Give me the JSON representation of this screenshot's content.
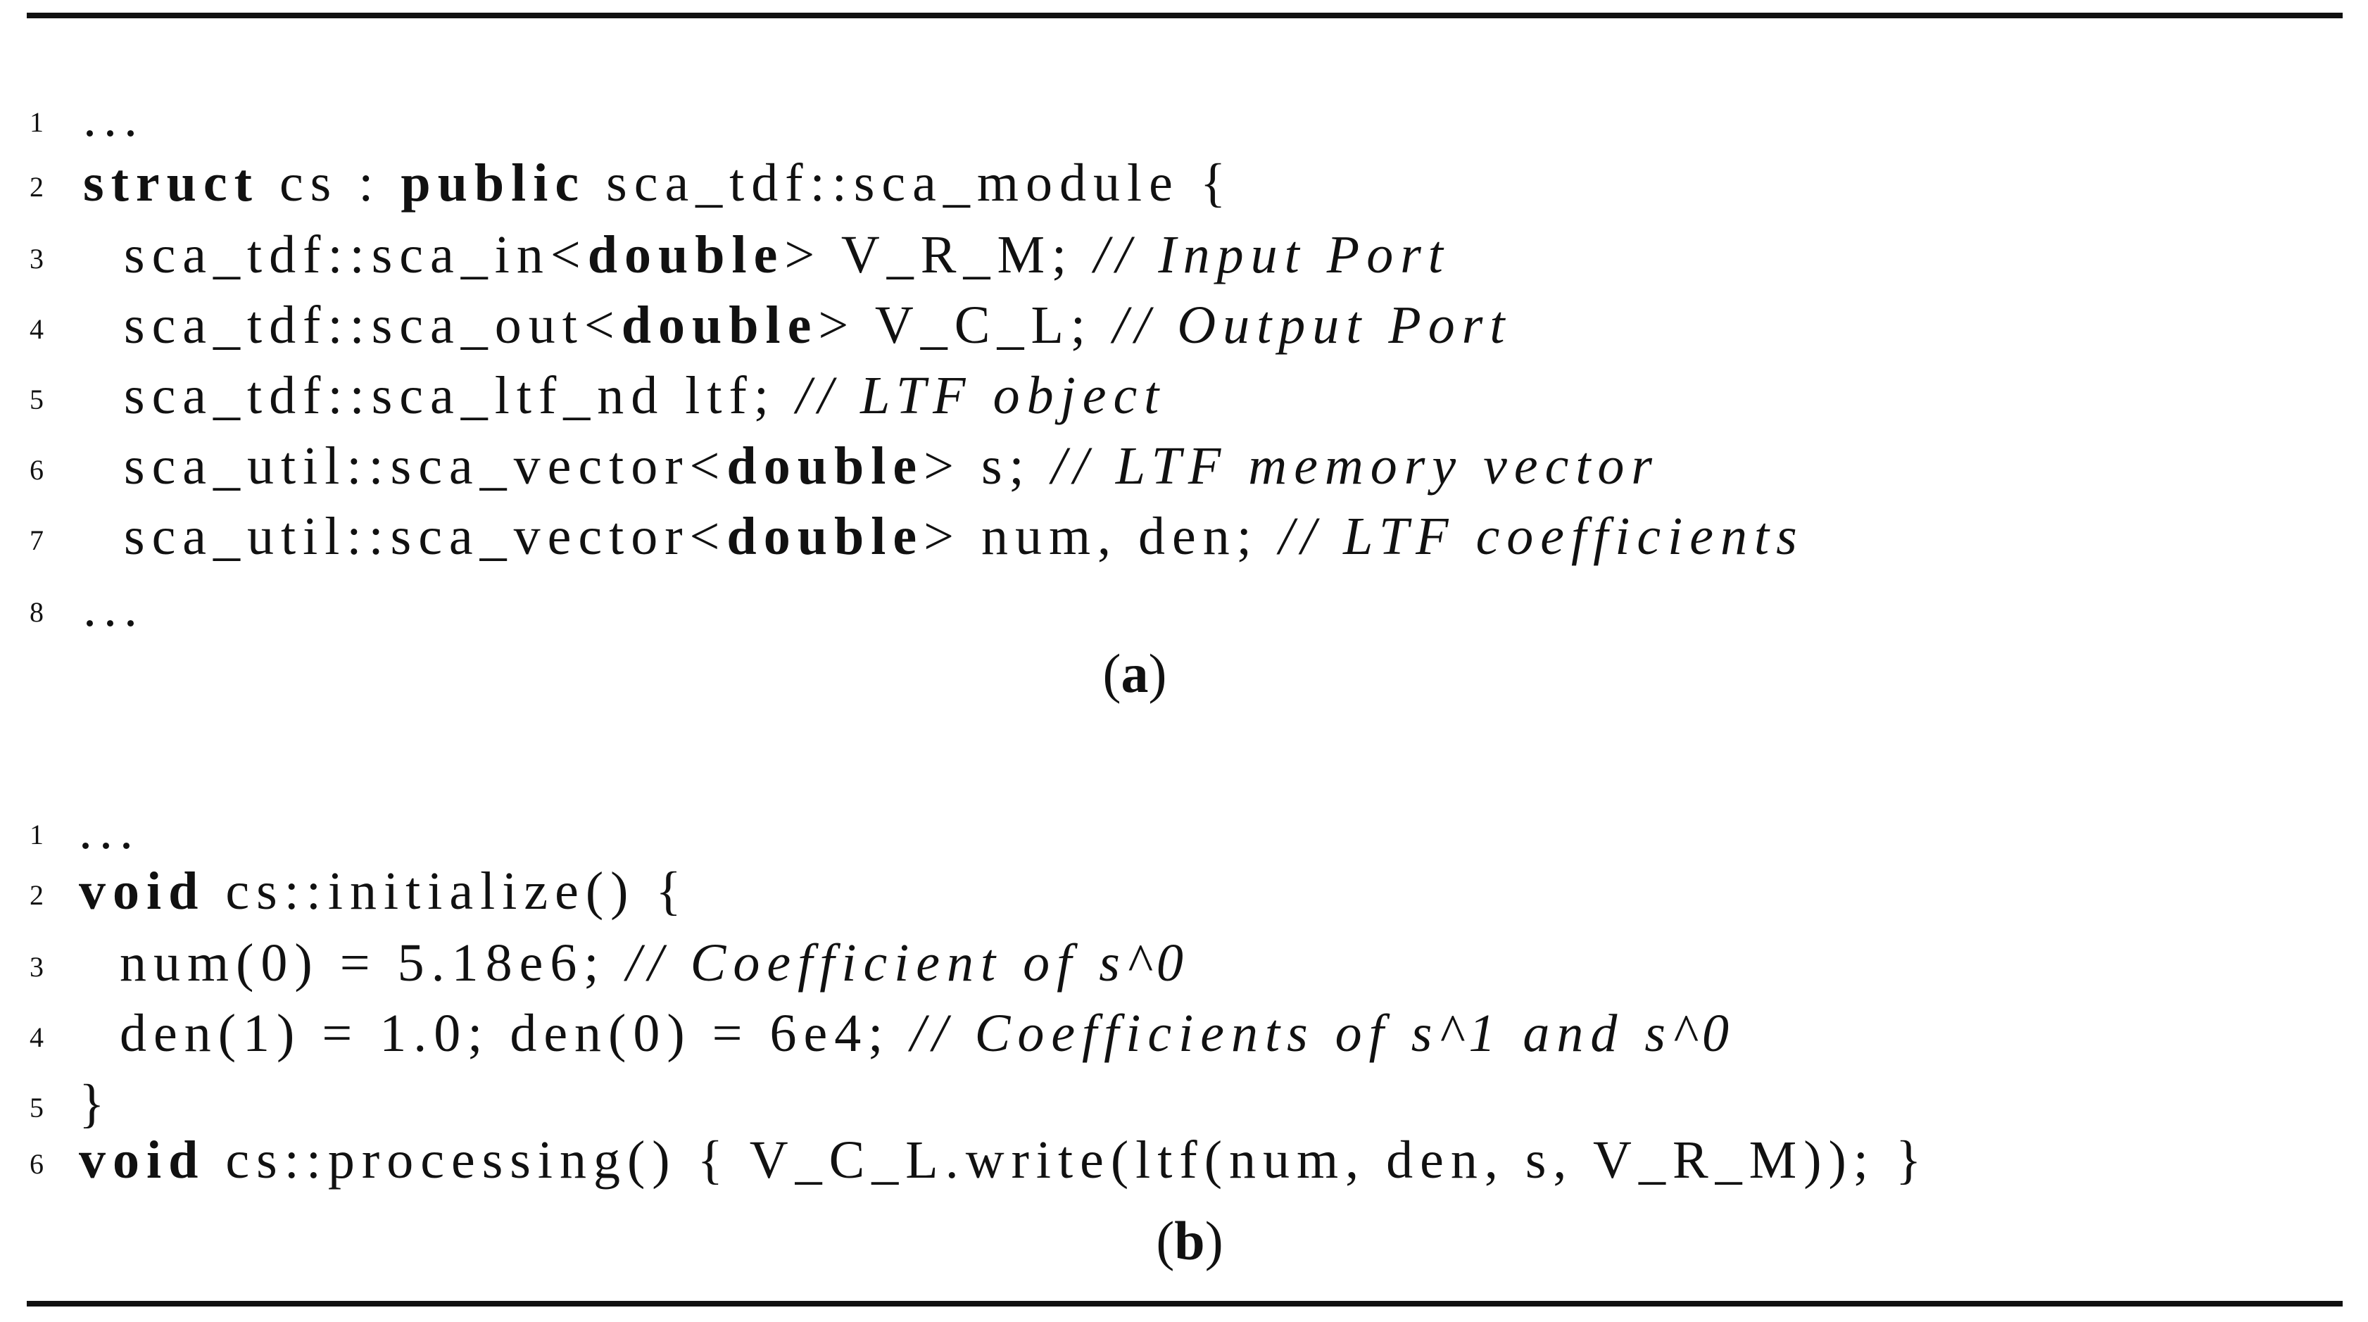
{
  "listing_a": {
    "lines": [
      {
        "n": "1",
        "parts": [
          {
            "t": "...",
            "s": "plain"
          }
        ]
      },
      {
        "n": "2",
        "parts": [
          {
            "t": "struct",
            "s": "kw"
          },
          {
            "t": " cs : ",
            "s": "plain"
          },
          {
            "t": "public",
            "s": "kw"
          },
          {
            "t": " sca_tdf::sca_module {",
            "s": "plain"
          }
        ]
      },
      {
        "n": "3",
        "parts": [
          {
            "t": "  sca_tdf::sca_in<",
            "s": "plain"
          },
          {
            "t": "double",
            "s": "kw"
          },
          {
            "t": "> V_R_M; ",
            "s": "plain"
          },
          {
            "t": "// Input Port",
            "s": "cm"
          }
        ]
      },
      {
        "n": "4",
        "parts": [
          {
            "t": "  sca_tdf::sca_out<",
            "s": "plain"
          },
          {
            "t": "double",
            "s": "kw"
          },
          {
            "t": "> V_C_L; ",
            "s": "plain"
          },
          {
            "t": "// Output Port",
            "s": "cm"
          }
        ]
      },
      {
        "n": "5",
        "parts": [
          {
            "t": "  sca_tdf::sca_ltf_nd ltf; ",
            "s": "plain"
          },
          {
            "t": "// LTF object",
            "s": "cm"
          }
        ]
      },
      {
        "n": "6",
        "parts": [
          {
            "t": "  sca_util::sca_vector<",
            "s": "plain"
          },
          {
            "t": "double",
            "s": "kw"
          },
          {
            "t": "> s; ",
            "s": "plain"
          },
          {
            "t": "// LTF memory vector",
            "s": "cm"
          }
        ]
      },
      {
        "n": "7",
        "parts": [
          {
            "t": "  sca_util::sca_vector<",
            "s": "plain"
          },
          {
            "t": "double",
            "s": "kw"
          },
          {
            "t": "> num, den; ",
            "s": "plain"
          },
          {
            "t": "// LTF coefficients",
            "s": "cm"
          }
        ]
      },
      {
        "n": "8",
        "parts": [
          {
            "t": "...",
            "s": "plain"
          }
        ]
      }
    ],
    "caption": "a"
  },
  "listing_b": {
    "lines": [
      {
        "n": "1",
        "parts": [
          {
            "t": "...",
            "s": "plain"
          }
        ]
      },
      {
        "n": "2",
        "parts": [
          {
            "t": "void",
            "s": "kw"
          },
          {
            "t": " cs::initialize() {",
            "s": "plain"
          }
        ]
      },
      {
        "n": "3",
        "parts": [
          {
            "t": "  num(0) = 5.18e6; ",
            "s": "plain"
          },
          {
            "t": "// Coefficient of s^0",
            "s": "cm"
          }
        ]
      },
      {
        "n": "4",
        "parts": [
          {
            "t": "  den(1) = 1.0; den(0) = 6e4; ",
            "s": "plain"
          },
          {
            "t": "// Coefficients of s^1 and s^0",
            "s": "cm"
          }
        ]
      },
      {
        "n": "5",
        "parts": [
          {
            "t": "}",
            "s": "plain"
          }
        ]
      },
      {
        "n": "6",
        "parts": [
          {
            "t": "void",
            "s": "kw"
          },
          {
            "t": " cs::processing() { V_C_L.write(ltf(num, den, s, V_R_M)); }",
            "s": "plain"
          }
        ]
      }
    ],
    "caption": "b"
  }
}
